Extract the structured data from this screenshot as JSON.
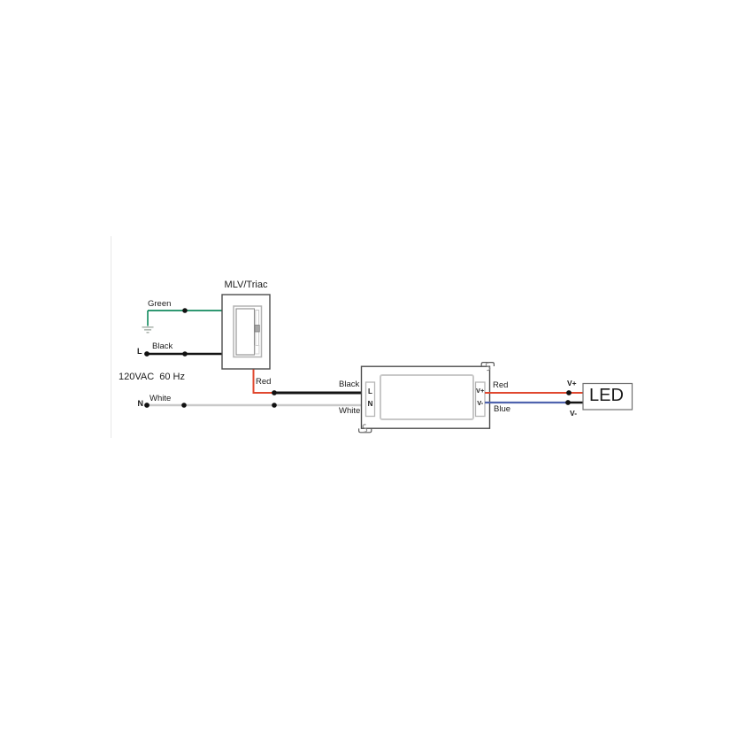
{
  "diagram": {
    "ac_source": {
      "voltage": "120VAC  60 Hz",
      "line_terminal": "L",
      "neutral_terminal": "N",
      "ground_wire_label": "Green",
      "line_wire_label": "Black",
      "neutral_wire_label": "White"
    },
    "dimmer": {
      "name": "MLV/Triac",
      "output_wire_label": "Red"
    },
    "driver": {
      "input_line_wire_label": "Black",
      "input_neutral_wire_label": "White",
      "terminal_line": "L",
      "terminal_neutral": "N",
      "terminal_positive": "V+",
      "terminal_negative": "V-",
      "output_positive_wire_label": "Red",
      "output_negative_wire_label": "Blue"
    },
    "led": {
      "name": "LED",
      "positive_terminal_label": "V+",
      "negative_terminal_label": "V-"
    },
    "colors": {
      "green_wire": "#128a5e",
      "red_wire": "#e0482f",
      "blue_wire": "#4f63ae",
      "black_wire": "#141414",
      "white_wire": "#c9c9c9"
    }
  }
}
